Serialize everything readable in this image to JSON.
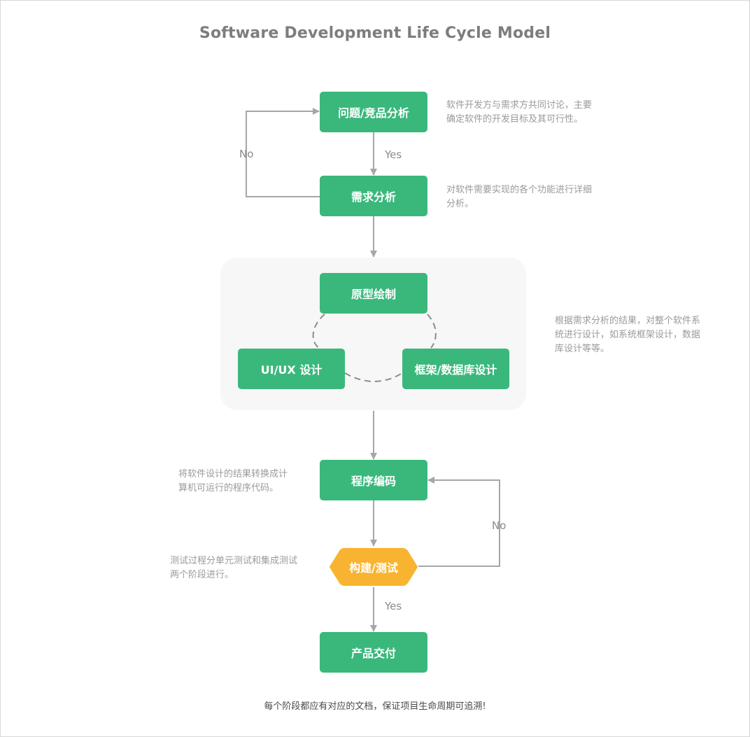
{
  "title": "Software Development Life Cycle Model",
  "nodes": {
    "problem_analysis": "问题/竞品分析",
    "requirements_analysis": "需求分析",
    "prototype": "原型绘制",
    "uiux_design": "UI/UX 设计",
    "architecture_design": "框架/数据库设计",
    "coding": "程序编码",
    "build_test": "构建/测试",
    "delivery": "产品交付"
  },
  "edge_labels": {
    "yes_top": "Yes",
    "no_top": "No",
    "no_bottom": "No",
    "yes_bottom": "Yes"
  },
  "notes": {
    "problem_analysis": "软件开发方与需求方共同讨论，主要\n确定软件的开发目标及其可行性。",
    "requirements_analysis": "对软件需要实现的各个功能进行详细\n分析。",
    "design": "根据需求分析的结果，对整个软件系\n统进行设计，如系统框架设计，数据\n库设计等等。",
    "coding": "将软件设计的结果转换成计\n算机可运行的程序代码。",
    "testing": "测试过程分单元测试和集成测试\n两个阶段进行。"
  },
  "footer": "每个阶段都应有对应的文档，保证项目生命周期可追溯!",
  "colors": {
    "node_green": "#3ab87c",
    "diamond_orange": "#f8b431",
    "arrow_gray": "#a6a6a6",
    "group_bg": "#f7f7f7"
  }
}
